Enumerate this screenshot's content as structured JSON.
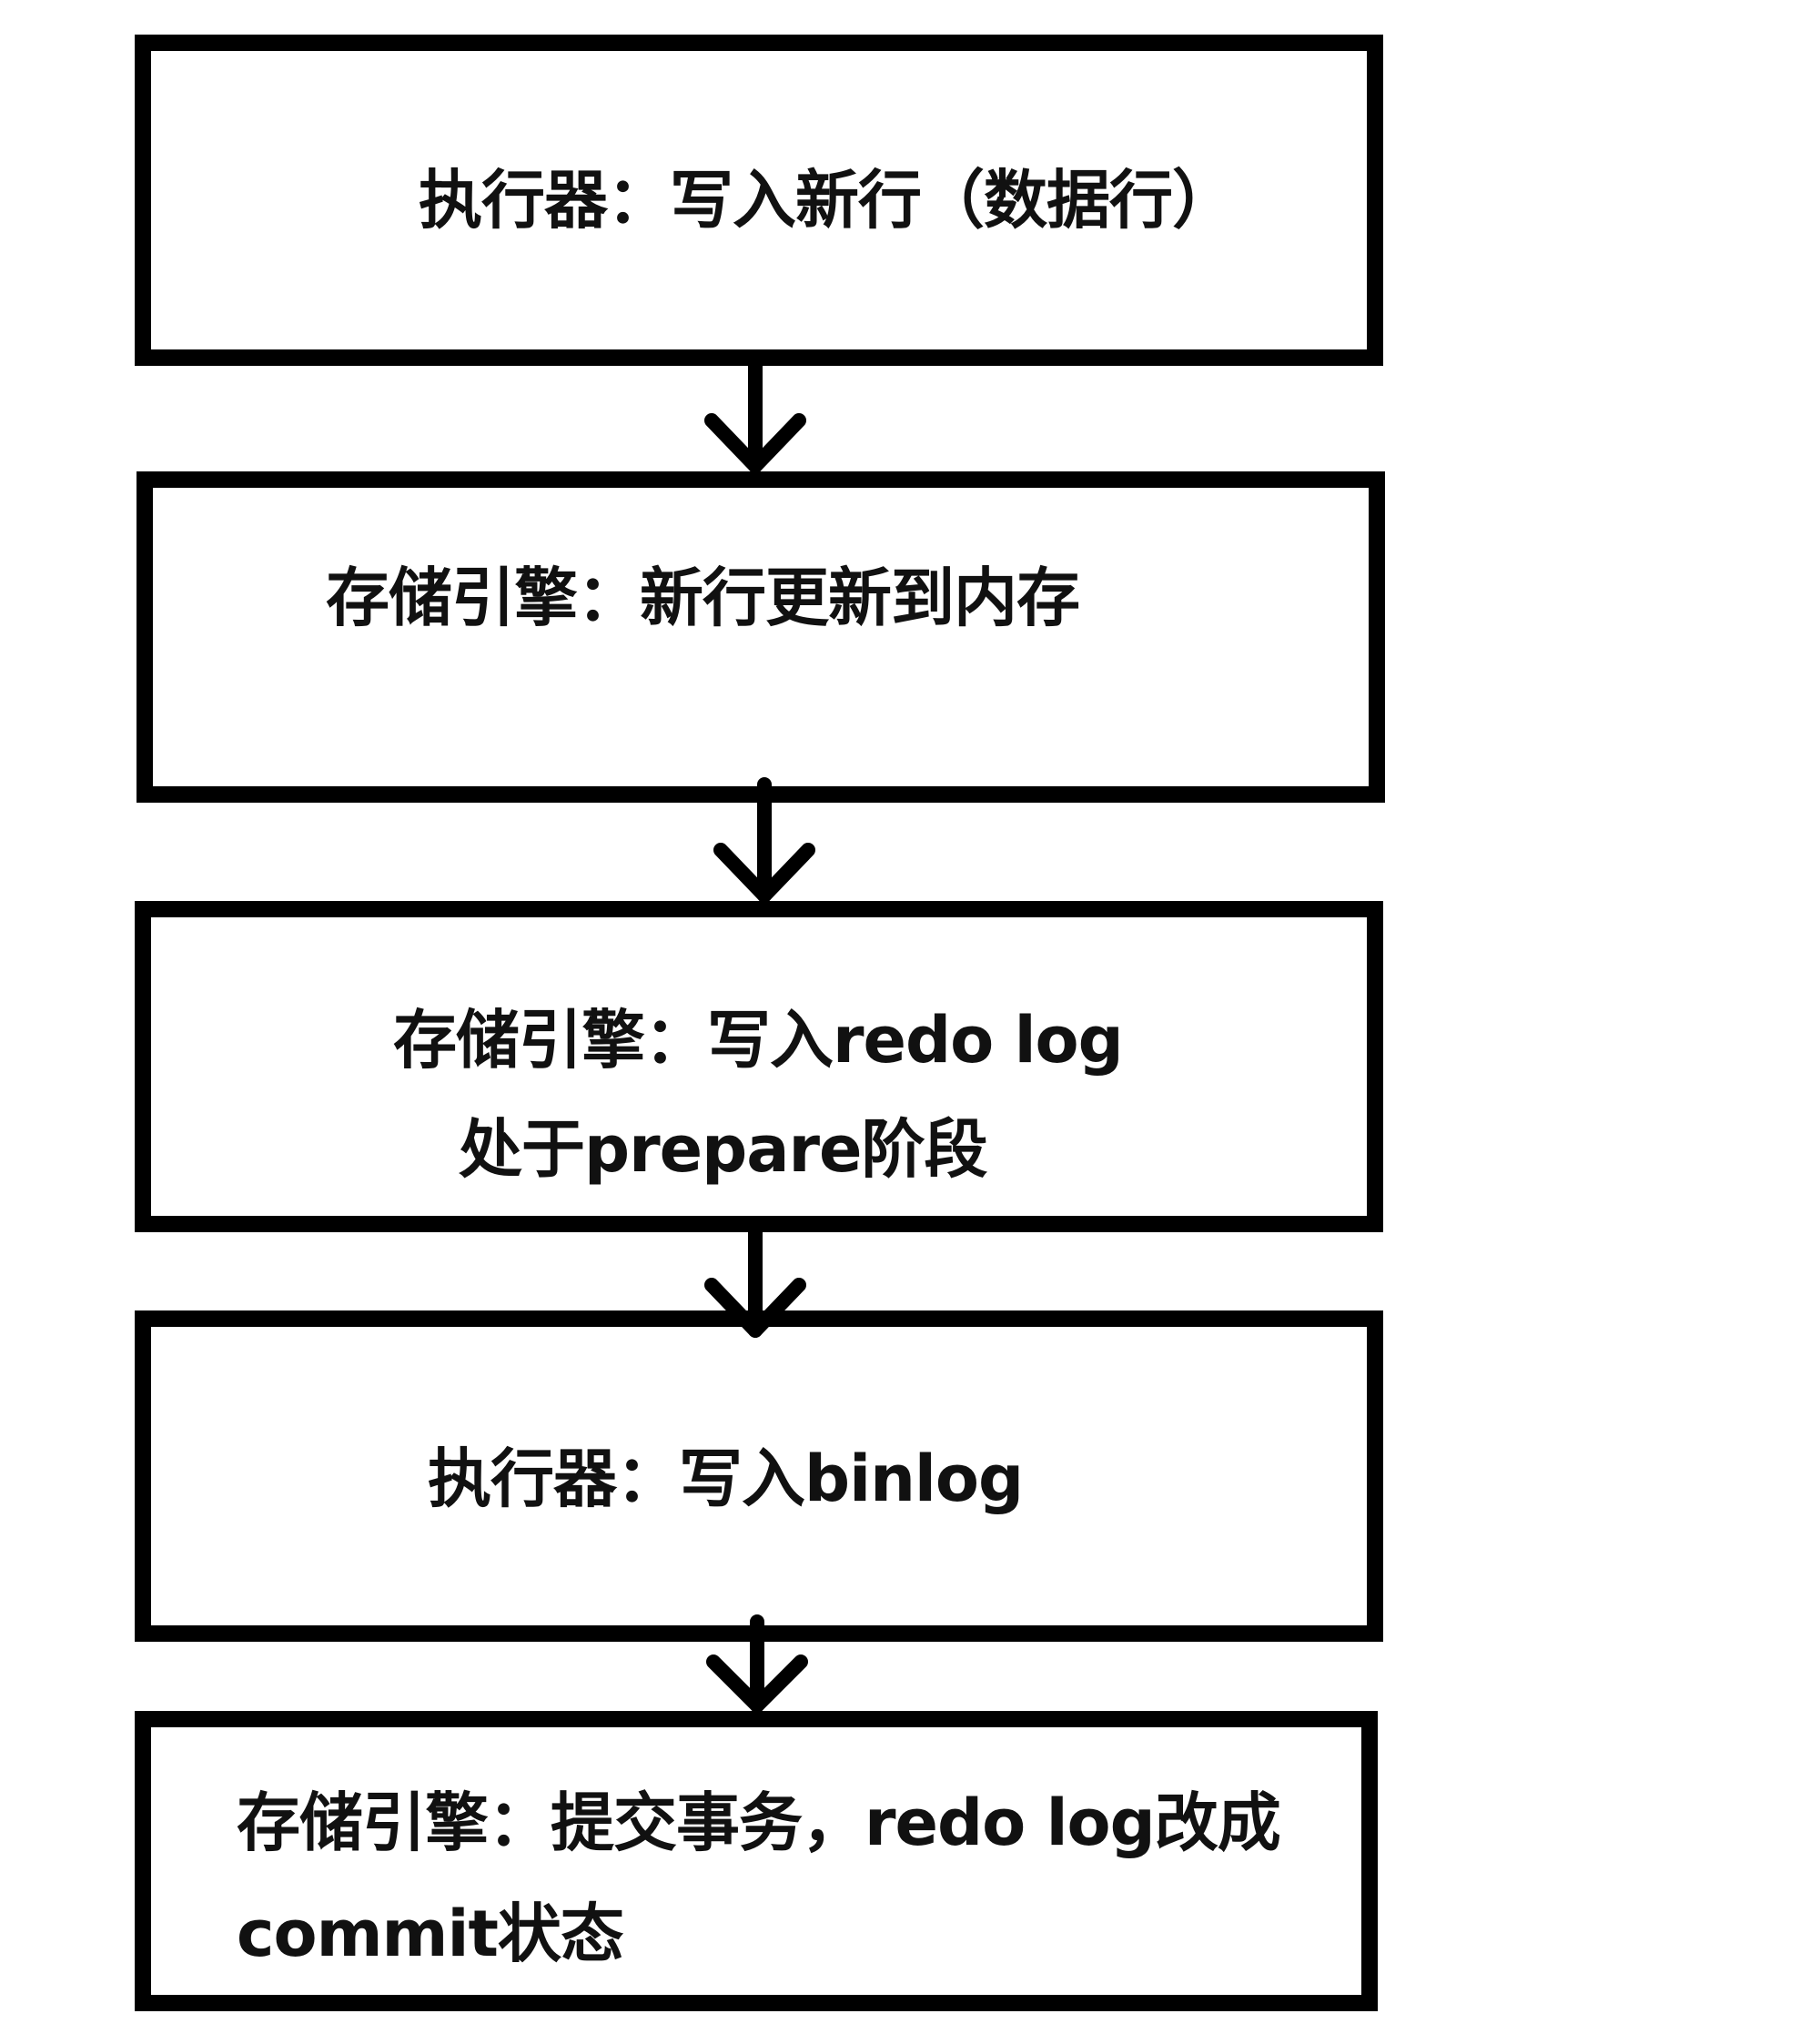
{
  "steps": [
    {
      "lines": [
        "执行器：写入新行（数据行）"
      ]
    },
    {
      "lines": [
        "存储引擎：新行更新到内存"
      ]
    },
    {
      "lines": [
        "存储引擎：写入redo log",
        "处于prepare阶段"
      ]
    },
    {
      "lines": [
        "执行器：写入binlog"
      ]
    },
    {
      "lines": [
        "存储引擎：提交事务，redo log改成",
        "commit状态"
      ]
    }
  ]
}
